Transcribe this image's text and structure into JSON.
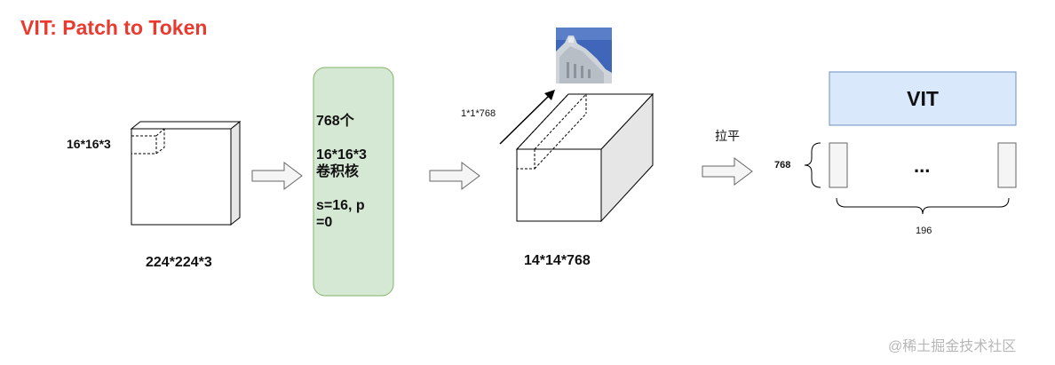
{
  "title": "VIT: Patch to Token",
  "input": {
    "patch_label": "16*16*3",
    "size_label": "224*224*3"
  },
  "conv": {
    "lines": [
      "768个",
      "",
      "16*16*3",
      "卷积核",
      "",
      "s=16, p",
      "=0"
    ]
  },
  "feature_map": {
    "token_label": "1*1*768",
    "size_label": "14*14*768"
  },
  "flatten_label": "拉平",
  "tokens": {
    "dim_label": "768",
    "dots": "...",
    "count_label": "196"
  },
  "vit_label": "VIT",
  "watermark": "@稀土掘金技术社区",
  "colors": {
    "title": "#e83a2f",
    "green_box_fill": "#d5e8d4",
    "green_box_stroke": "#82b366",
    "vit_box_fill": "#dae8fc",
    "vit_box_stroke": "#6c8ebf",
    "arrow_fill": "#f5f5f5",
    "arrow_stroke": "#666666",
    "cube_side": "#e6e6e6",
    "token_fill": "#f5f5f5"
  }
}
